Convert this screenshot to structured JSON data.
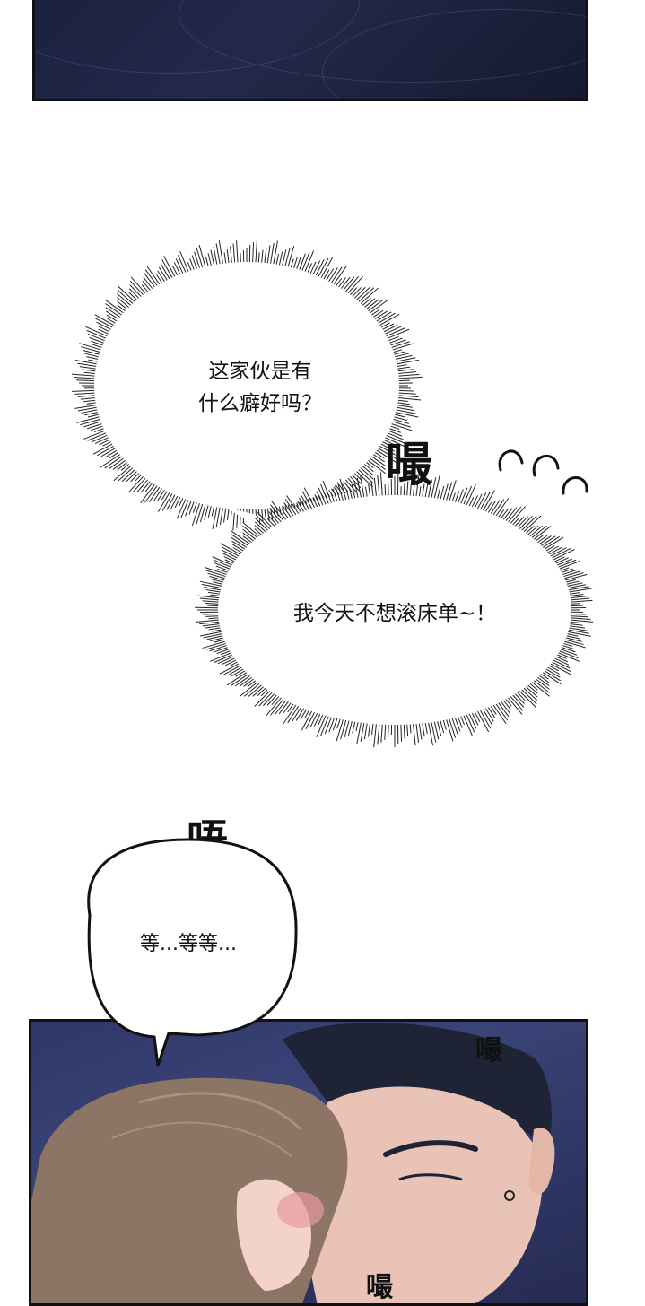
{
  "thought_bubble_1": {
    "line1": "这家伙是有",
    "line2": "什么癖好吗？"
  },
  "thought_bubble_2": {
    "text": "我今天不想滚床单~！"
  },
  "sfx_1": "嘬",
  "sfx_2": "唔",
  "speech_bubble": {
    "text": "等...等等..."
  },
  "sfx_3": "嘬",
  "sfx_4": "嘬",
  "colors": {
    "panel_dark": "#1b2140",
    "panel_blue": "#3a4378",
    "skin": "#f3d3c7",
    "hair_brown": "#8c7565",
    "hair_dark": "#1e2336"
  }
}
